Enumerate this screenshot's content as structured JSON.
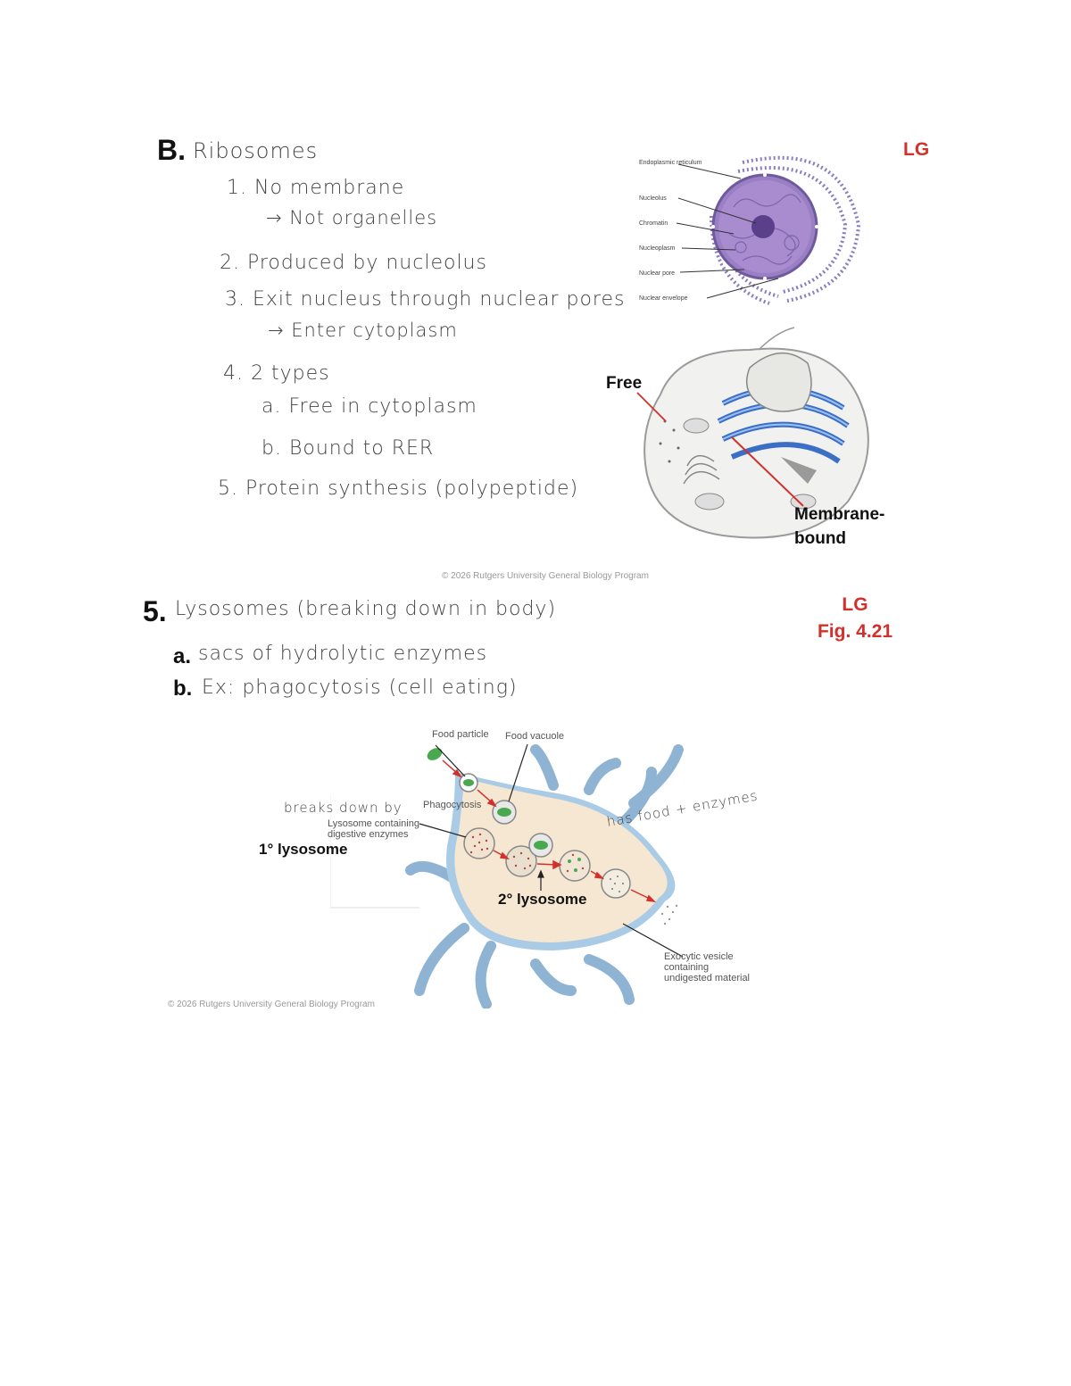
{
  "section_b": {
    "letter": "B.",
    "heading": "Ribosomes",
    "lines": [
      "1. No membrane",
      "→ Not organelles",
      "2. Produced by nucleolus",
      "3. Exit nucleus through nuclear pores",
      "→ Enter cytoplasm",
      "4. 2 types",
      "a. Free in cytoplasm",
      "b. Bound to RER",
      "5. Protein synthesis (polypeptide)"
    ],
    "tag": "LG",
    "nucleus_labels": [
      "Endoplasmic reticulum",
      "Nucleolus",
      "Chromatin",
      "Nucleoplasm",
      "Nuclear pore",
      "Nuclear envelope"
    ],
    "free_label": "Free",
    "membrane_label_1": "Membrane-",
    "membrane_label_2": "bound",
    "copyright": "© 2026 Rutgers University General Biology Program"
  },
  "section_5": {
    "number": "5.",
    "heading": "Lysosomes (breaking down in body)",
    "a_letter": "a.",
    "a_text": "sacs of hydrolytic enzymes",
    "b_letter": "b.",
    "b_text": "Ex: phagocytosis (cell eating)",
    "tag_line1": "LG",
    "tag_line2": "Fig. 4.21",
    "diagram": {
      "food_particle": "Food particle",
      "food_vacuole": "Food vacuole",
      "phagocytosis": "Phagocytosis",
      "breaks_down": "breaks down by",
      "lysosome_line1": "Lysosome containing",
      "lysosome_line2": "digestive enzymes",
      "primary": "1° lysosome",
      "has_food": "has food + enzymes",
      "secondary": "2° lysosome",
      "exo1": "Exocytic vesicle",
      "exo2": "containing",
      "exo3": "undigested material"
    },
    "copyright": "© 2026 Rutgers University General Biology Program"
  }
}
